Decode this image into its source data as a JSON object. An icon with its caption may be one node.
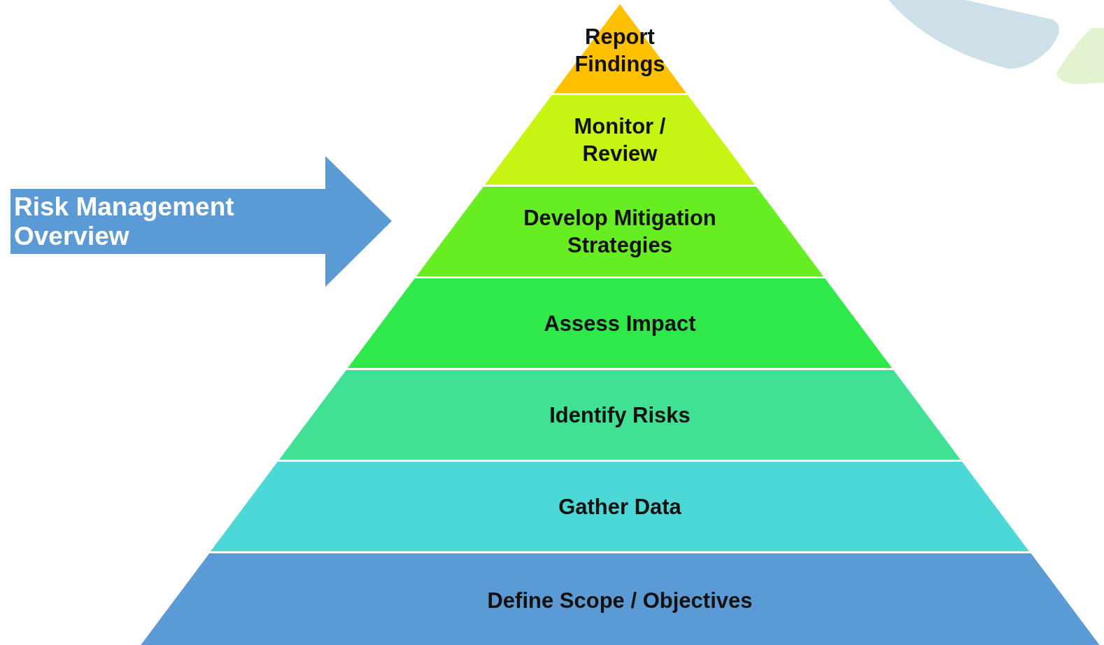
{
  "diagram": {
    "nodes": [
      {
        "text": [
          "Risk Management Overview"
        ]
      },
      {
        "text": [
          "Report Findings"
        ]
      },
      {
        "text": [
          "Monitor / Review"
        ]
      },
      {
        "text": [
          "Develop Mitigation Strategies"
        ]
      },
      {
        "text": [
          "Assess Impact"
        ]
      },
      {
        "text": [
          "Identify Risks"
        ]
      },
      {
        "text": [
          "Gather Data"
        ]
      },
      {
        "text": [
          "Define Scope / Objectives"
        ]
      }
    ],
    "edges": []
  }
}
